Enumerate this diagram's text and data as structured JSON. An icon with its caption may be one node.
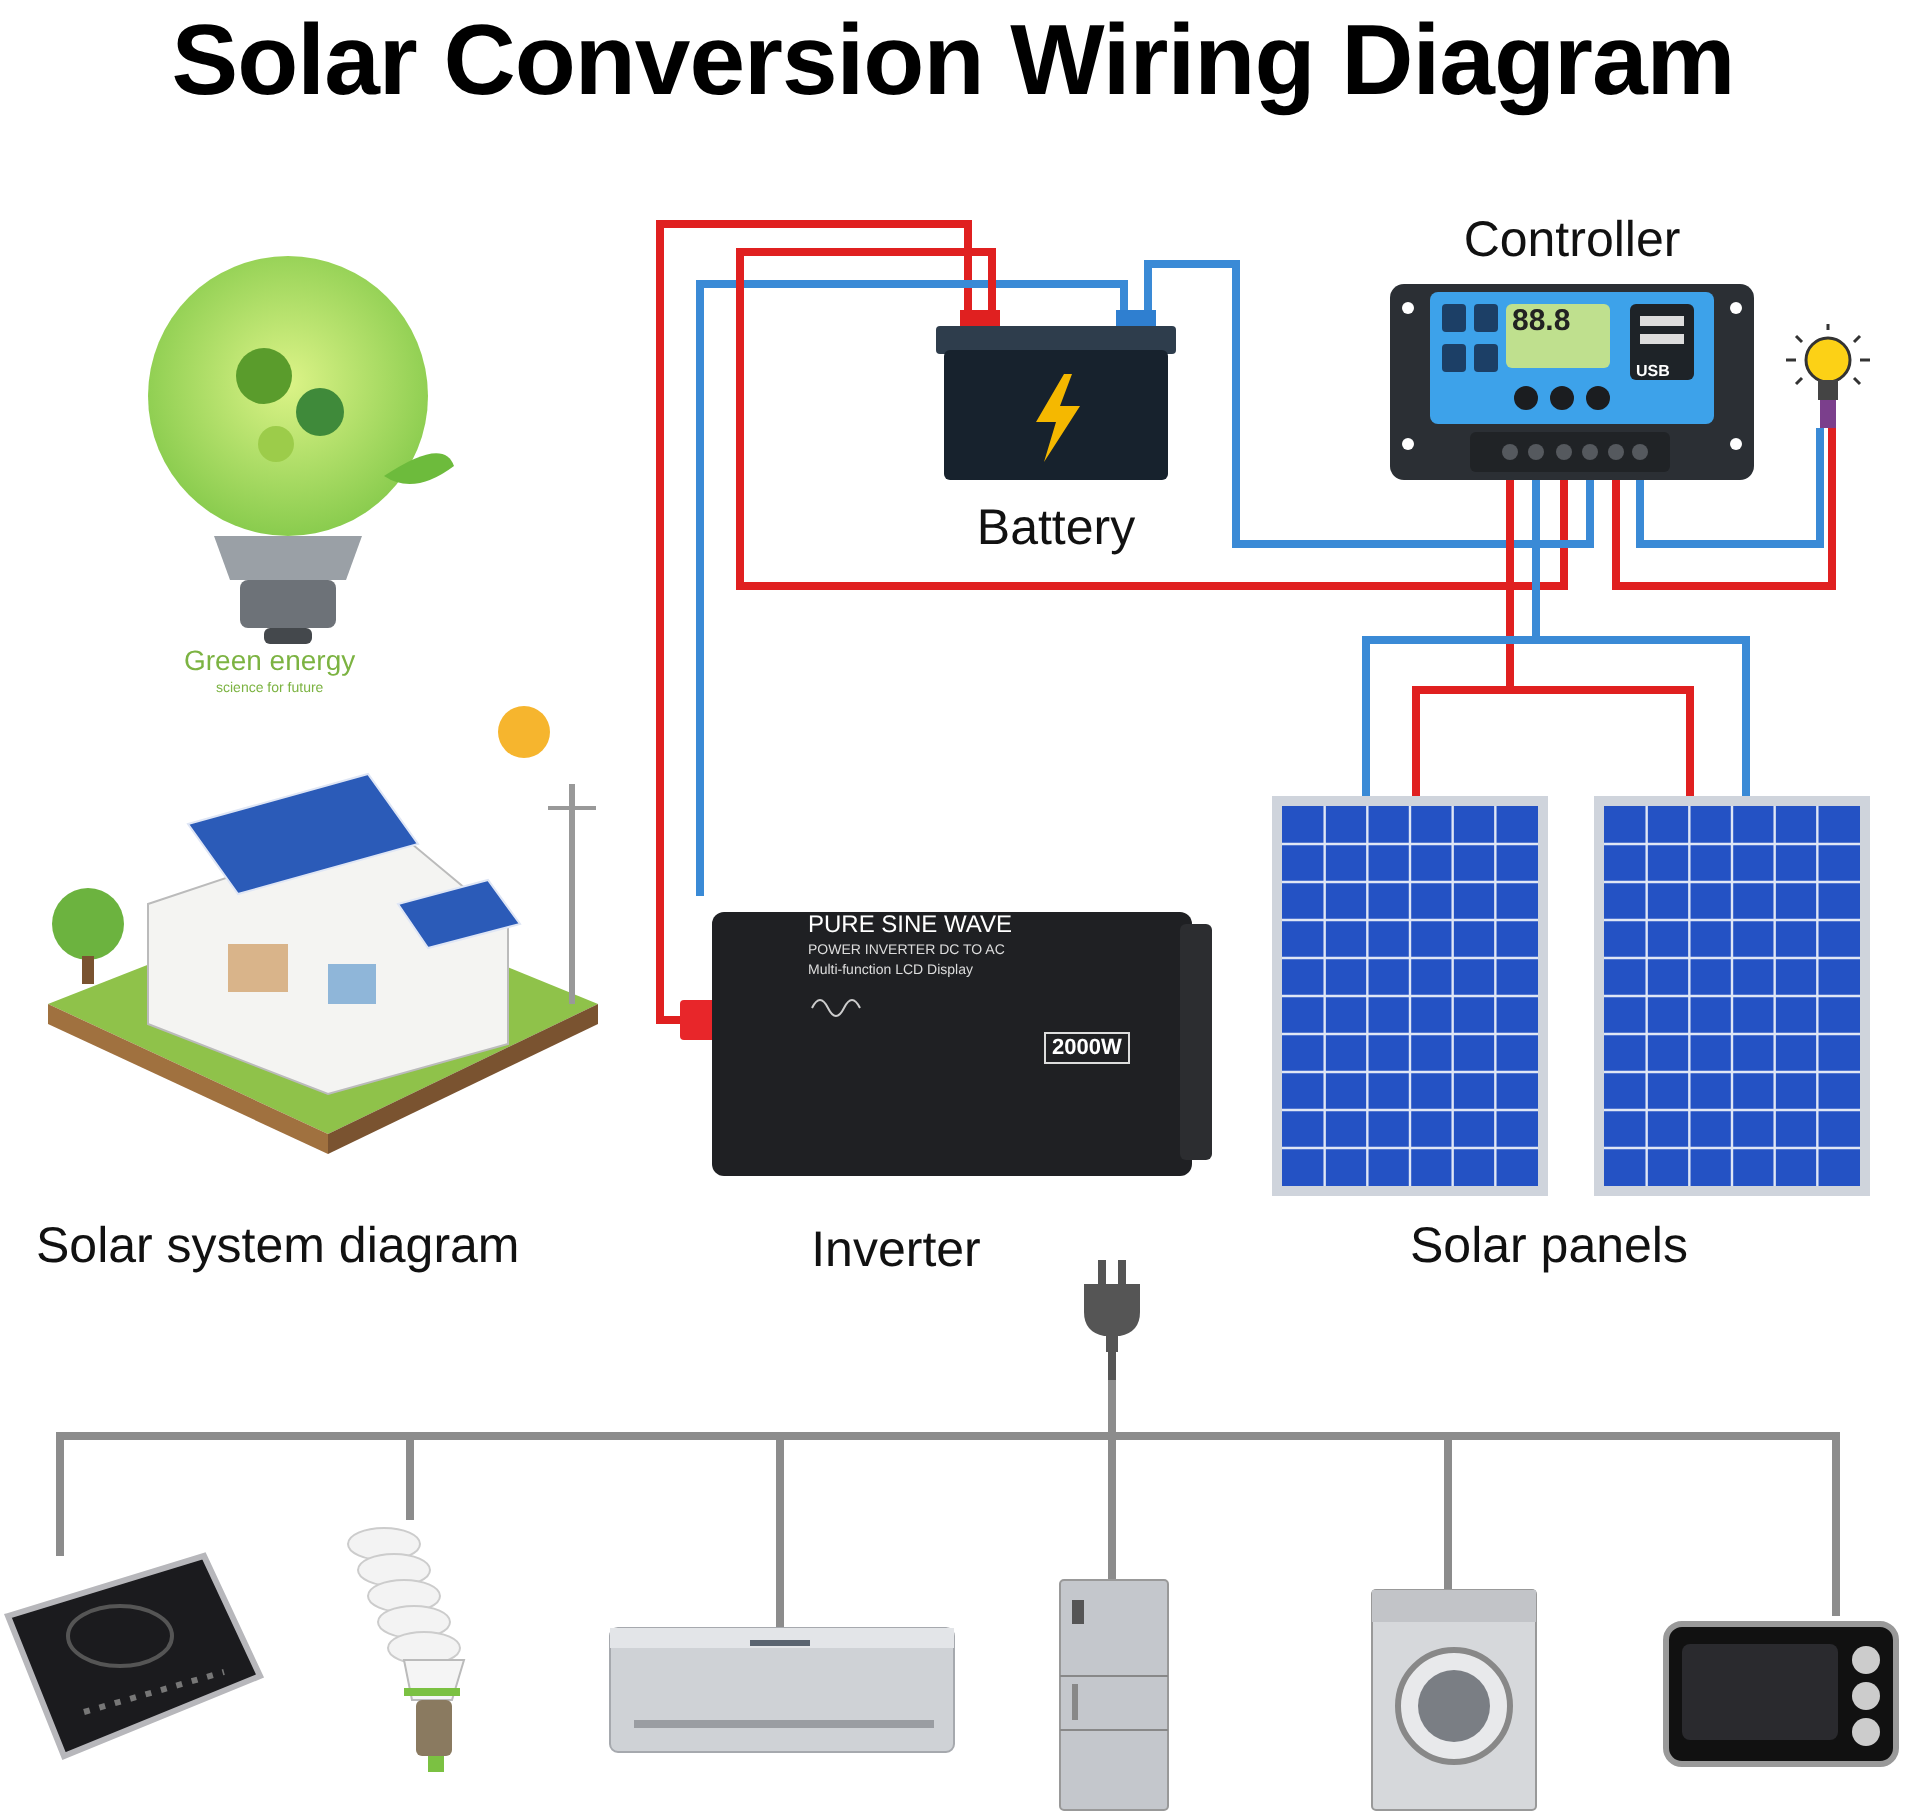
{
  "diagram": {
    "title": "Solar Conversion Wiring Diagram",
    "nodes": [
      {
        "text": [
          "Battery"
        ]
      },
      {
        "text": [
          "Controller"
        ]
      },
      {
        "text": [],
        "shape": "picture"
      },
      {
        "text": [
          "Inverter"
        ]
      },
      {
        "text": [],
        "shape": "picture"
      },
      {
        "text": [],
        "shape": "picture"
      },
      {
        "text": [],
        "shape": "picture"
      },
      {
        "text": [],
        "shape": "picture"
      },
      {
        "text": [],
        "shape": "picture"
      },
      {
        "text": [],
        "shape": "picture"
      },
      {
        "text": [],
        "shape": "picture"
      },
      {
        "text": [],
        "shape": "picture"
      },
      {
        "text": [],
        "shape": "picture"
      }
    ],
    "edges": [
      {
        "from": 0,
        "to": 3,
        "arrow": "none",
        "color": "#e02020"
      },
      {
        "from": 0,
        "to": 3,
        "arrow": "none",
        "color": "#3a8ad6"
      },
      {
        "from": 0,
        "to": 1,
        "arrow": "none",
        "color": "#e02020"
      },
      {
        "from": 0,
        "to": 1,
        "arrow": "none",
        "color": "#3a8ad6"
      },
      {
        "from": 1,
        "to": 2,
        "arrow": "none",
        "color": "#e02020"
      },
      {
        "from": 1,
        "to": 2,
        "arrow": "none",
        "color": "#3a8ad6"
      },
      {
        "from": 1,
        "to": 4,
        "arrow": "none",
        "color": "#e02020"
      },
      {
        "from": 1,
        "to": 5,
        "arrow": "none",
        "color": "#e02020"
      },
      {
        "from": 1,
        "to": 4,
        "arrow": "none",
        "color": "#3a8ad6"
      },
      {
        "from": 1,
        "to": 5,
        "arrow": "none",
        "color": "#3a8ad6"
      },
      {
        "from": 6,
        "to": 7,
        "arrow": "none",
        "color": "#8c8c8c"
      },
      {
        "from": 6,
        "to": 8,
        "arrow": "none",
        "color": "#8c8c8c"
      },
      {
        "from": 6,
        "to": 9,
        "arrow": "none",
        "color": "#8c8c8c"
      },
      {
        "from": 6,
        "to": 10,
        "arrow": "none",
        "color": "#8c8c8c"
      },
      {
        "from": 6,
        "to": 11,
        "arrow": "none",
        "color": "#8c8c8c"
      },
      {
        "from": 6,
        "to": 12,
        "arrow": "none",
        "color": "#8c8c8c"
      }
    ],
    "labels": [
      "88.8",
      "USB",
      "Green energy",
      "science for future",
      "PURE SINE WAVE",
      "POWER INVERTER DC TO AC",
      "Multi-function LCD Display",
      "2000W",
      "Solar system diagram",
      "Solar panels"
    ]
  }
}
